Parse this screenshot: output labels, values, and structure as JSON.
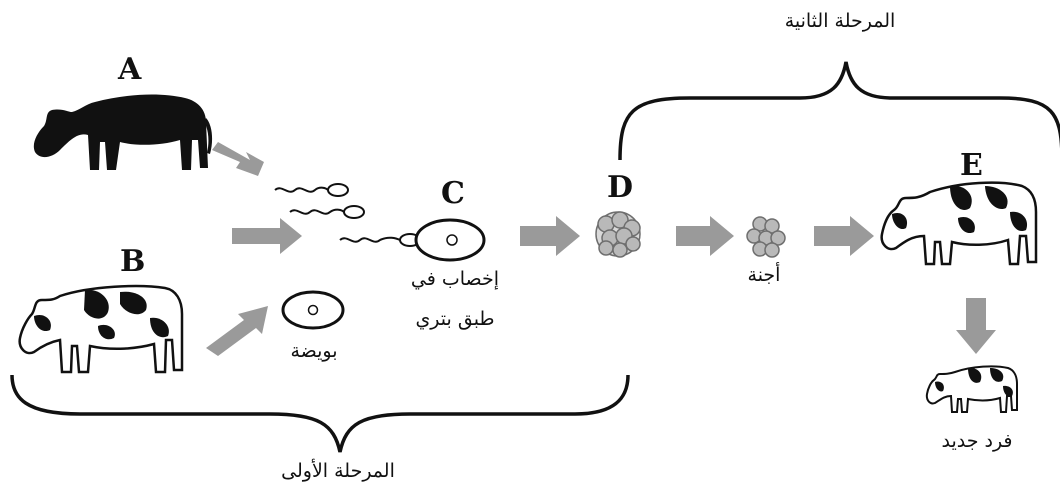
{
  "labels": {
    "A": "A",
    "B": "B",
    "C": "C",
    "D": "D",
    "E": "E"
  },
  "texts": {
    "stage_two": "المرحلة الثانية",
    "stage_one": "المرحلة الأولى",
    "fertilization_line1": "إخصاب في",
    "fertilization_line2": "طبق بتري",
    "egg": "بويضة",
    "embryos": "أجنة",
    "new_individual": "فرد جديد"
  },
  "colors": {
    "arrow": "#9a9a9a",
    "ink": "#111111",
    "cell": "#b9b9b9"
  }
}
